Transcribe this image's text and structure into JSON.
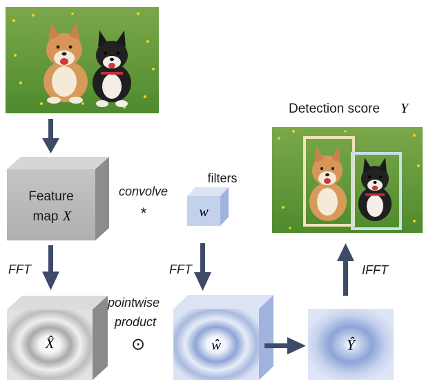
{
  "photo": {
    "icon": "shiba-dogs-photo"
  },
  "feature_map": {
    "line1": "Feature",
    "line2": "map",
    "var": "X"
  },
  "ops": {
    "convolve": "convolve",
    "convolve_symbol": "*",
    "pointwise_line1": "pointwise",
    "pointwise_line2": "product",
    "pointwise_symbol": "⊙"
  },
  "filters": {
    "label": "filters",
    "var": "w"
  },
  "transforms": {
    "fft_left": "FFT",
    "fft_right": "FFT",
    "ifft": "IFFT"
  },
  "freq": {
    "x_hat": "X̂",
    "w_hat": "ŵ",
    "y_hat": "Ŷ"
  },
  "detection": {
    "title": "Detection score",
    "var": "Y"
  },
  "colors": {
    "arrow": "#3d4b66",
    "gray_front": "#b9b9b9",
    "gray_top": "#d8d8d8",
    "gray_side": "#8f8f8f",
    "blue_front": "#c7d3ec",
    "blue_top": "#dbe3f5",
    "blue_side": "#9fb3dd",
    "box_orange": "#f1e3b3",
    "box_blue": "#c5e0e6"
  }
}
